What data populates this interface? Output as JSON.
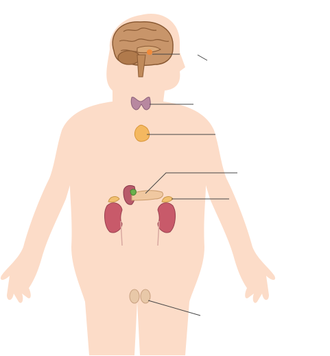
{
  "diagram": {
    "colors": {
      "skin": "#fcdcc8",
      "brain": "#c8956a",
      "brain_dark": "#8a5a34",
      "thyroid": "#b888a0",
      "thymus": "#f4b860",
      "kidney": "#c85a6a",
      "adrenal": "#f2c070",
      "pancreas": "#f0c8a0",
      "gallbladder": "#6ab04c",
      "testes": "#e8c8a8",
      "leader_line": "#444444"
    },
    "organs": [
      {
        "id": "pituitary",
        "icon": "pituitary-gland-icon"
      },
      {
        "id": "thyroid",
        "icon": "thyroid-gland-icon"
      },
      {
        "id": "thymus",
        "icon": "thymus-gland-icon"
      },
      {
        "id": "pancreas",
        "icon": "pancreas-icon"
      },
      {
        "id": "adrenal",
        "icon": "adrenal-gland-icon"
      },
      {
        "id": "testes",
        "icon": "testes-icon"
      }
    ]
  }
}
